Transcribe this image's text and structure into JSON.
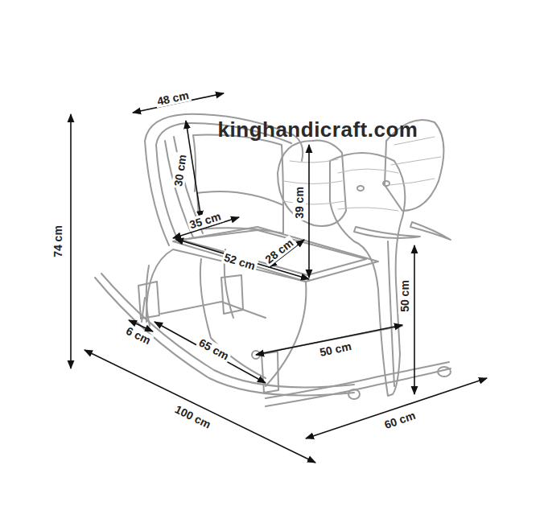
{
  "diagram": {
    "labels": [
      "48 cm",
      "kinghandicraft.com",
      "30 cm",
      "39 cm",
      "35 cm",
      "28 cm",
      "52 cm",
      "74 cm",
      "50 cm",
      "6 cm",
      "65 cm",
      "50 cm",
      "100 cm",
      "60 cm"
    ]
  }
}
